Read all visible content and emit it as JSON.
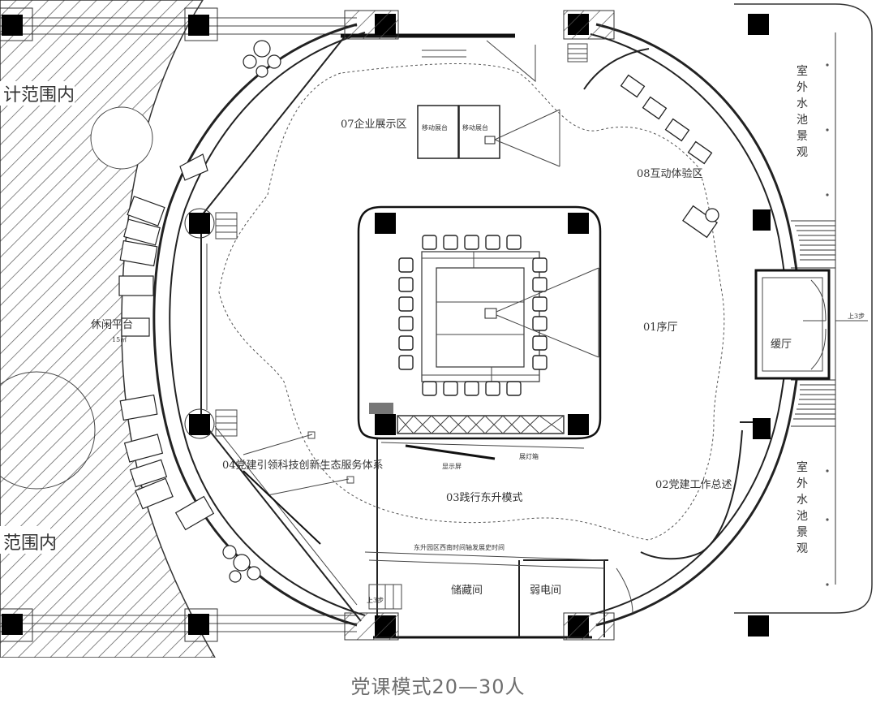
{
  "caption": "党课模式20—30人",
  "zones": {
    "z01": "01序厅",
    "z02": "02党建工作总述",
    "z03": "03践行东升模式",
    "z04": "04党建引领科技创新生态服务体系",
    "z07": "07企业展示区",
    "z08": "08互动体验区",
    "lounge": "缓厅",
    "storage": "储藏间",
    "electric": "弱电间",
    "rest": "休闲平台",
    "rest_area": "15㎡"
  },
  "outside": {
    "left_top": "计范围内",
    "left_bottom": "范围内",
    "right_top": [
      "室",
      "外",
      "水",
      "池",
      "景",
      "观"
    ],
    "right_bottom": [
      "室",
      "外",
      "水",
      "池",
      "景",
      "观"
    ]
  },
  "small_labels": {
    "mobile_booth_1": "移动展台",
    "mobile_booth_2": "移动展台",
    "up_steps_left": "上3步",
    "up_steps_right": "上3步",
    "corridor_note": "东升园区西南时间轴发展史时间",
    "screen_note": "显示屏",
    "light_box": "展灯箱"
  },
  "colors": {
    "hatch": "#555555",
    "wall": "#222222",
    "column": "#000000",
    "caption": "#6e6e6e"
  }
}
